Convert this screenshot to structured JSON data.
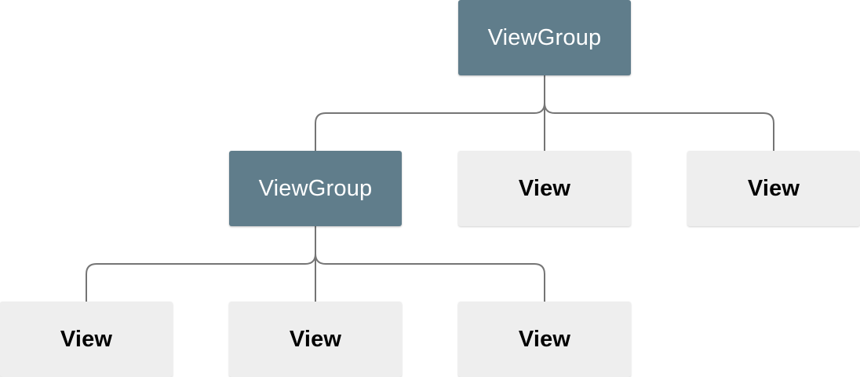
{
  "colors": {
    "viewgroup_fill": "#607d8b",
    "view_fill": "#eeeeee",
    "connector": "#757575"
  },
  "nodes": {
    "root": {
      "label": "ViewGroup"
    },
    "group": {
      "label": "ViewGroup"
    },
    "view_1": {
      "label": "View"
    },
    "view_2": {
      "label": "View"
    },
    "view_3": {
      "label": "View"
    },
    "view_4": {
      "label": "View"
    },
    "view_5": {
      "label": "View"
    }
  },
  "edges": [
    {
      "from": "root",
      "to": "group"
    },
    {
      "from": "root",
      "to": "view_1"
    },
    {
      "from": "root",
      "to": "view_2"
    },
    {
      "from": "group",
      "to": "view_3"
    },
    {
      "from": "group",
      "to": "view_4"
    },
    {
      "from": "group",
      "to": "view_5"
    }
  ]
}
